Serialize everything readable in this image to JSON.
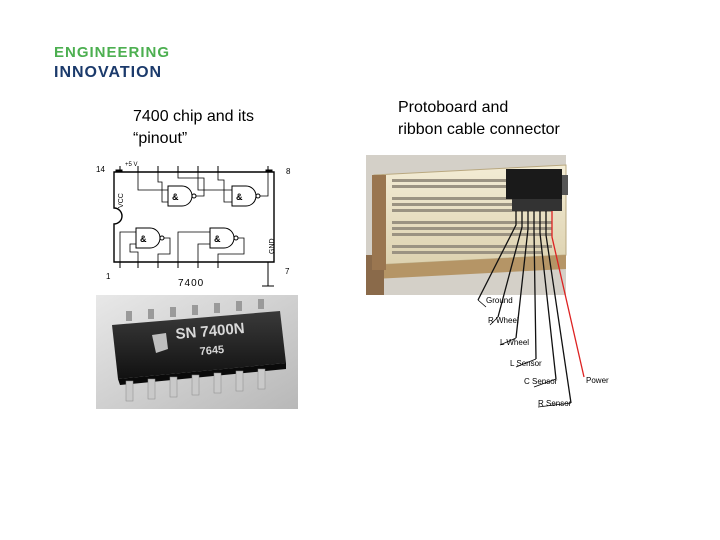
{
  "logo": {
    "line1": "ENGINEERING",
    "line2": "INNOVATION",
    "accent": "#4caf50",
    "dark": "#1b3a6b"
  },
  "left": {
    "caption_line1": "7400 chip and its",
    "caption_line2": "“pinout”",
    "pinout": {
      "pin_top_left": "14",
      "pin_top_right": "8",
      "pin_bottom_left": "1",
      "pin_bottom_right": "7",
      "supply": "+5 V",
      "vcc": "VCC",
      "gnd": "GND",
      "gate_symbol": "&",
      "chip_name": "7400"
    },
    "photo": {
      "marking1": "SN 7400N",
      "marking2": "7645"
    }
  },
  "right": {
    "caption_line1": "Protoboard and",
    "caption_line2": "ribbon cable connector",
    "wire_labels": [
      "Ground",
      "R Wheel",
      "L Wheel",
      "L Sensor",
      "C Sensor",
      "R Sensor"
    ],
    "power_label": "Power"
  }
}
